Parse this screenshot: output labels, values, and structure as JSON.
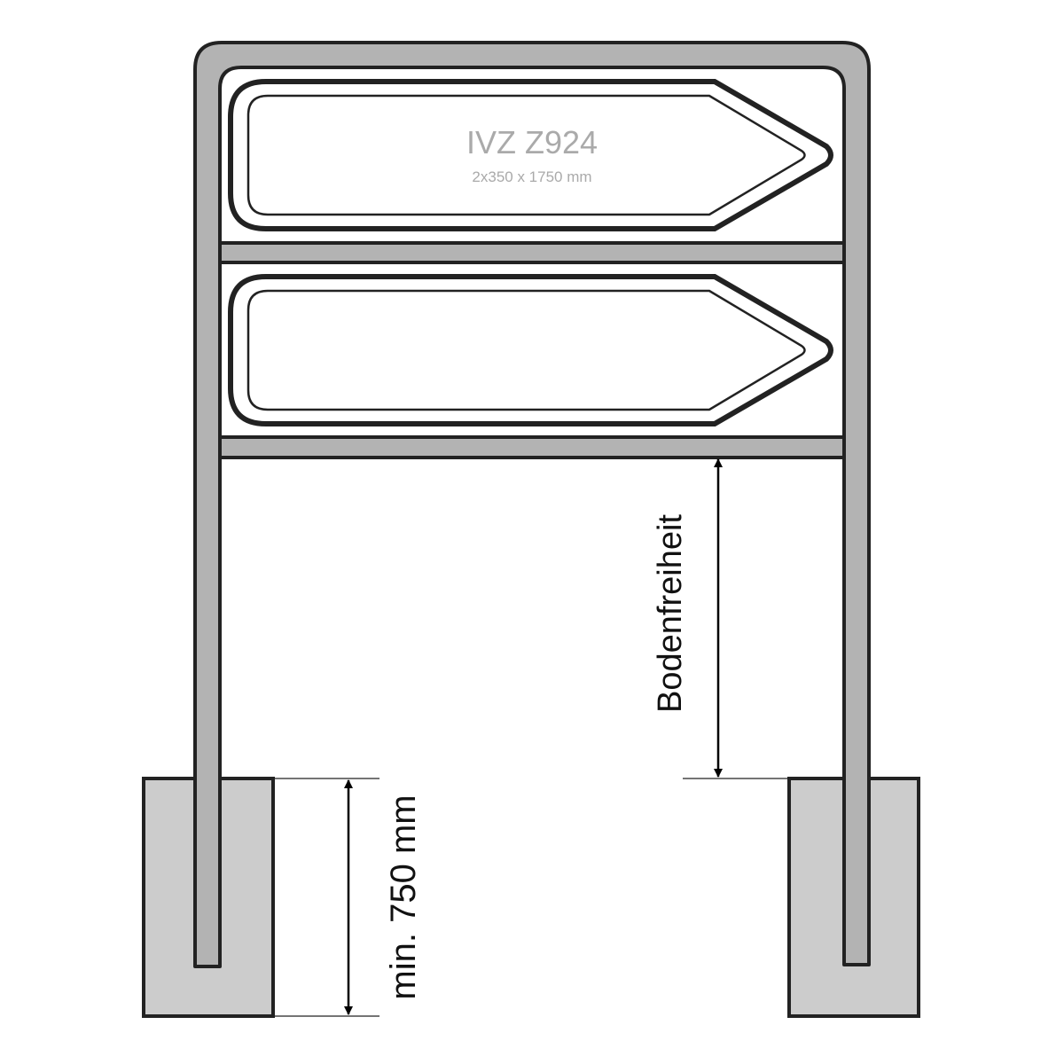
{
  "sign": {
    "title": "IVZ Z924",
    "subtitle": "2x350 x 1750 mm"
  },
  "dimensions": {
    "foundation_depth": "min. 750 mm",
    "ground_clearance": "Bodenfreiheit"
  },
  "colors": {
    "frame": "#b3b3b3",
    "foundation": "#cccccc",
    "outline": "#222222",
    "label_gray": "#aaaaaa"
  }
}
